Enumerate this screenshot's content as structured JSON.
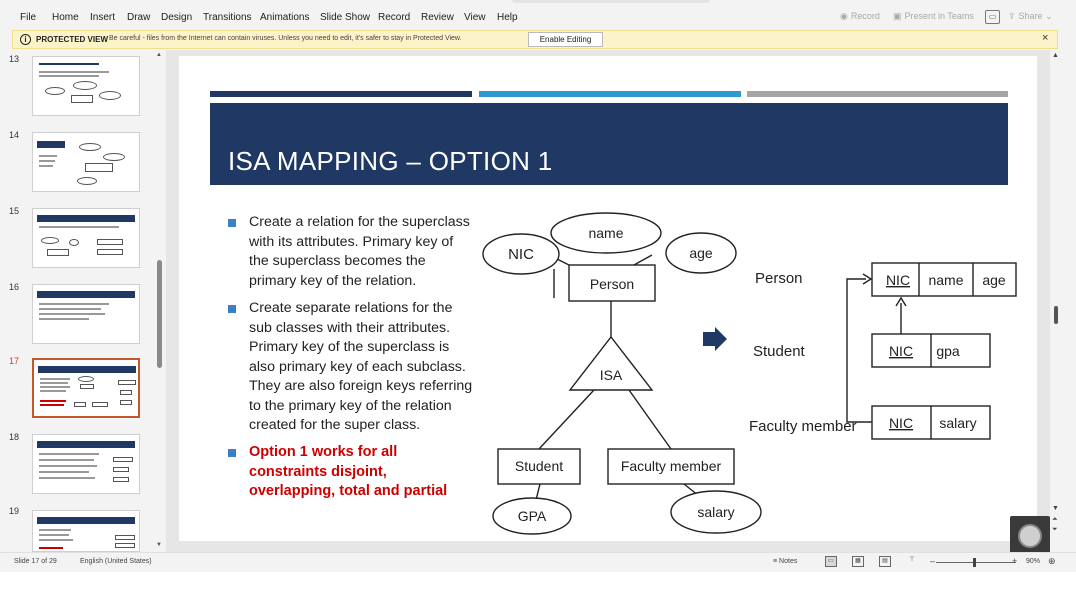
{
  "menu": [
    "File",
    "Home",
    "Insert",
    "Draw",
    "Design",
    "Transitions",
    "Animations",
    "Slide Show",
    "Record",
    "Review",
    "View",
    "Help"
  ],
  "toolbar_right": {
    "record": "Record",
    "present": "Present in Teams",
    "share": "Share"
  },
  "protected_view": {
    "title": "PROTECTED VIEW",
    "message": "Be careful - files from the Internet can contain viruses. Unless you need to edit, it's safer to stay in Protected View.",
    "enable_button": "Enable Editing",
    "close": "×"
  },
  "thumbnails": [
    {
      "number": "13"
    },
    {
      "number": "14"
    },
    {
      "number": "15"
    },
    {
      "number": "16"
    },
    {
      "number": "17",
      "active": true
    },
    {
      "number": "18"
    },
    {
      "number": "19"
    }
  ],
  "slide": {
    "title": "ISA MAPPING – OPTION 1",
    "stripe_colors": [
      "#1f3864",
      "#2e9ad0",
      "#a5a5a5"
    ],
    "bullets": [
      [
        "Create a relation for the superclass",
        "with its attributes. Primary key of",
        "the superclass becomes the",
        "primary key of the relation."
      ],
      [
        "Create separate relations for the",
        "sub classes with their attributes.",
        "Primary key of the superclass is",
        "also primary key of each subclass.",
        "They are also foreign keys referring",
        "to the primary key of the relation",
        "created for the super class."
      ]
    ],
    "highlight": [
      "Option 1 works for all",
      "constraints disjoint,",
      "overlapping, total and partial"
    ],
    "er": {
      "superclass": "Person",
      "attributes": [
        "NIC",
        "name",
        "age"
      ],
      "isa": "ISA",
      "subclasses": [
        "Student",
        "Faculty member"
      ],
      "sub_attributes": [
        "GPA",
        "salary"
      ]
    },
    "relations": [
      {
        "name": "Person",
        "cols": [
          "NIC",
          "name",
          "age"
        ]
      },
      {
        "name": "Student",
        "cols": [
          "NIC",
          "gpa"
        ]
      },
      {
        "name": "Faculty member",
        "cols": [
          "NIC",
          "salary"
        ]
      }
    ]
  },
  "status": {
    "slide_of": "Slide 17 of 29",
    "language": "English (United States)",
    "notes": "Notes",
    "zoom": "90%"
  }
}
